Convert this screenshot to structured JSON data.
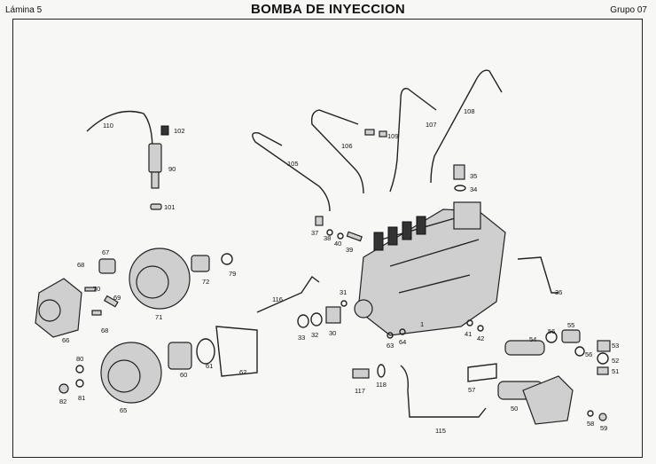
{
  "header": {
    "left": "Lámina 5",
    "title": "BOMBA DE INYECCION",
    "right": "Grupo 07"
  },
  "part_labels": [
    "110",
    "102",
    "90",
    "101",
    "105",
    "106",
    "109",
    "107",
    "108",
    "35",
    "34",
    "37",
    "38",
    "40",
    "39",
    "68",
    "67",
    "70",
    "69",
    "66",
    "68b",
    "71",
    "72",
    "79",
    "116",
    "31",
    "33",
    "32",
    "30",
    "1",
    "63",
    "64",
    "41",
    "42",
    "36",
    "54",
    "55",
    "56",
    "56b",
    "53",
    "52",
    "51",
    "60",
    "80",
    "61",
    "62",
    "65",
    "82",
    "81",
    "117",
    "118",
    "115",
    "57",
    "50",
    "58",
    "59"
  ],
  "part_text": {
    "110": "110",
    "102": "102",
    "90": "90",
    "101": "101",
    "105": "105",
    "106": "106",
    "109": "109",
    "107": "107",
    "108": "108",
    "35": "35",
    "34": "34",
    "37": "37",
    "38": "38",
    "40": "40",
    "39": "39",
    "68": "68",
    "67": "67",
    "70": "70",
    "69": "69",
    "66": "66",
    "68b": "68",
    "71": "71",
    "72": "72",
    "79": "79",
    "116": "116",
    "31": "31",
    "33": "33",
    "32": "32",
    "30": "30",
    "1": "1",
    "63": "63",
    "64": "64",
    "41": "41",
    "42": "42",
    "36": "36",
    "54": "54",
    "55": "55",
    "56": "56",
    "56b": "56",
    "53": "53",
    "52": "52",
    "51": "51",
    "60": "60",
    "80": "80",
    "61": "61",
    "62": "62",
    "65": "65",
    "82": "82",
    "81": "81",
    "117": "117",
    "118": "118",
    "115": "115",
    "57": "57",
    "50": "50",
    "58": "58",
    "59": "59"
  }
}
